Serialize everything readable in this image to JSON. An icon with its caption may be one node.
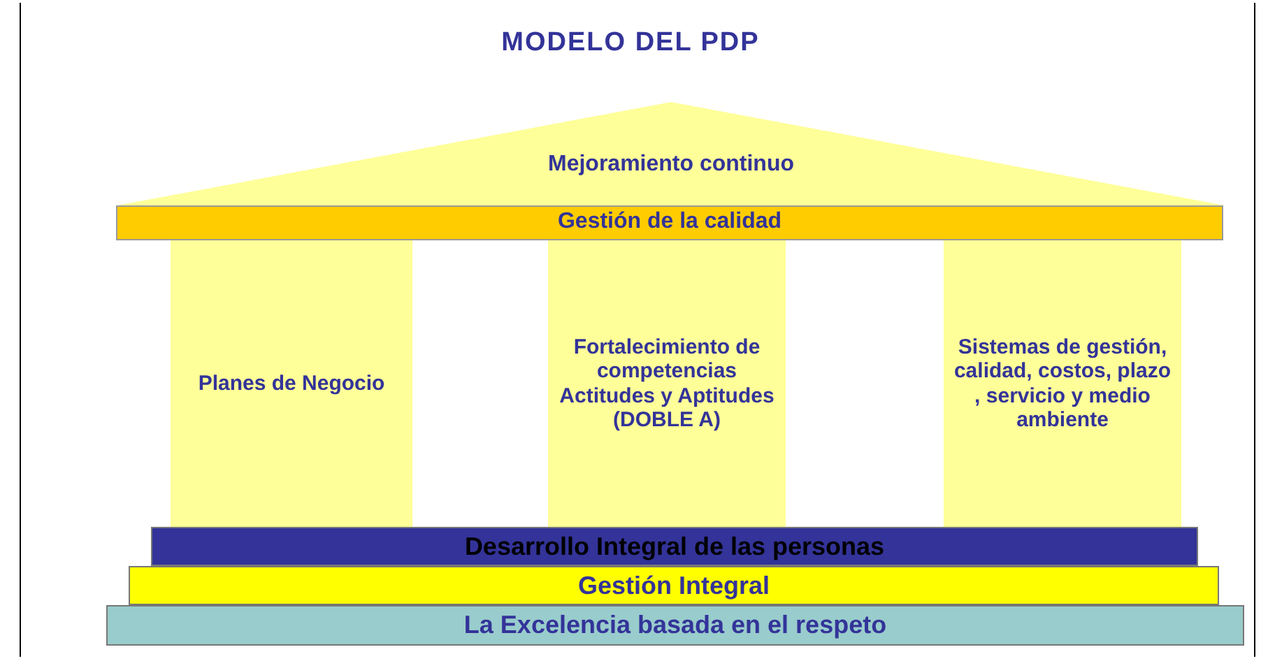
{
  "diagram": {
    "title": "MODELO DEL PDP",
    "nodes": [
      {
        "text": [
          "Mejoramiento continuo"
        ]
      },
      {
        "text": [
          "Gestión de la calidad"
        ]
      },
      {
        "text": [
          "Planes de Negocio"
        ]
      },
      {
        "text": [
          "Fortalecimiento de competencias Actitudes y Aptitudes (DOBLE A)"
        ]
      },
      {
        "text": [
          "Sistemas de gestión, calidad, costos, plazo , servicio y medio ambiente"
        ]
      },
      {
        "text": [
          "Desarrollo Integral de las personas"
        ]
      },
      {
        "text": [
          "Gestión Integral"
        ]
      },
      {
        "text": [
          "La Excelencia basada en el respeto"
        ]
      }
    ],
    "edges": []
  }
}
